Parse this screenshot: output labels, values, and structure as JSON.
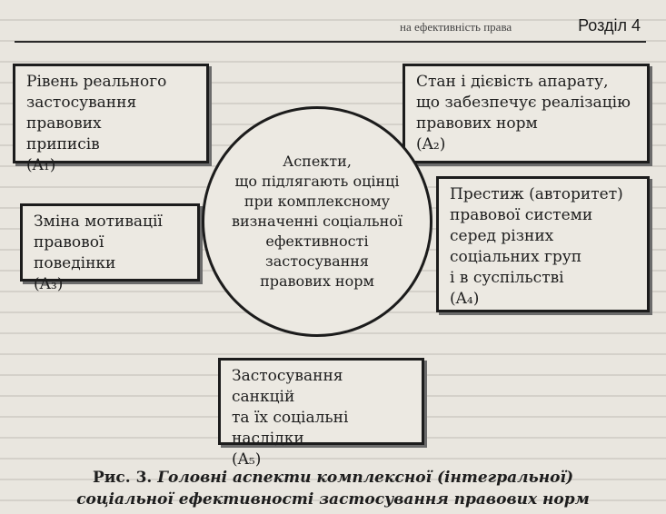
{
  "header": {
    "running_head": "на ефективність права",
    "section": "Розділ 4"
  },
  "diagram": {
    "center": "Аспекти, що підлягають оцінці при комплексному визначенні соціальної ефективності застосування правових норм",
    "center_lines": [
      "Аспекти,",
      "що підлягають оцінці",
      "при комплексному",
      "визначенні соціальної",
      "ефективності",
      "застосування",
      "правових норм"
    ],
    "a1": [
      "Рівень реального",
      "застосування правових",
      "приписів",
      "(A₁)"
    ],
    "a2": [
      "Стан і дієвість апарату,",
      "що забезпечує реалізацію",
      "правових норм",
      "(A₂)"
    ],
    "a3": [
      "Зміна мотивації",
      "правової поведінки",
      "(A₃)"
    ],
    "a4": [
      "Престиж (авторитет)",
      "правової системи",
      "серед різних",
      "соціальних груп",
      "і в суспільстві",
      "(A₄)"
    ],
    "a5": [
      "Застосування санкцій",
      "та їх соціальні",
      "наслідки",
      "(A₅)"
    ]
  },
  "caption": {
    "label": "Рис. 3.",
    "line1": "Головні аспекти комплексної (інтегральної)",
    "line2": "соціальної ефективності застосування правових норм"
  }
}
